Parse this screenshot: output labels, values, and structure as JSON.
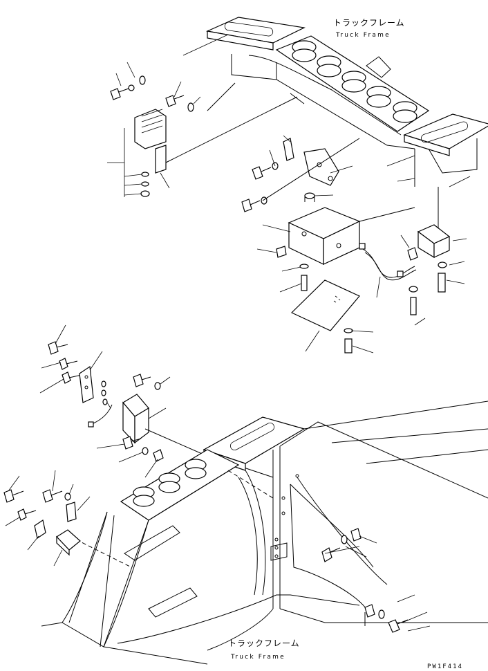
{
  "labels": {
    "frame_top_jp": "トラックフレーム",
    "frame_top_en": "Truck Frame",
    "frame_bottom_jp": "トラックフレーム",
    "frame_bottom_en": "Truck Frame",
    "drawing_code": "PW1F414"
  },
  "colors": {
    "ink": "#000000",
    "paper": "#ffffff"
  }
}
